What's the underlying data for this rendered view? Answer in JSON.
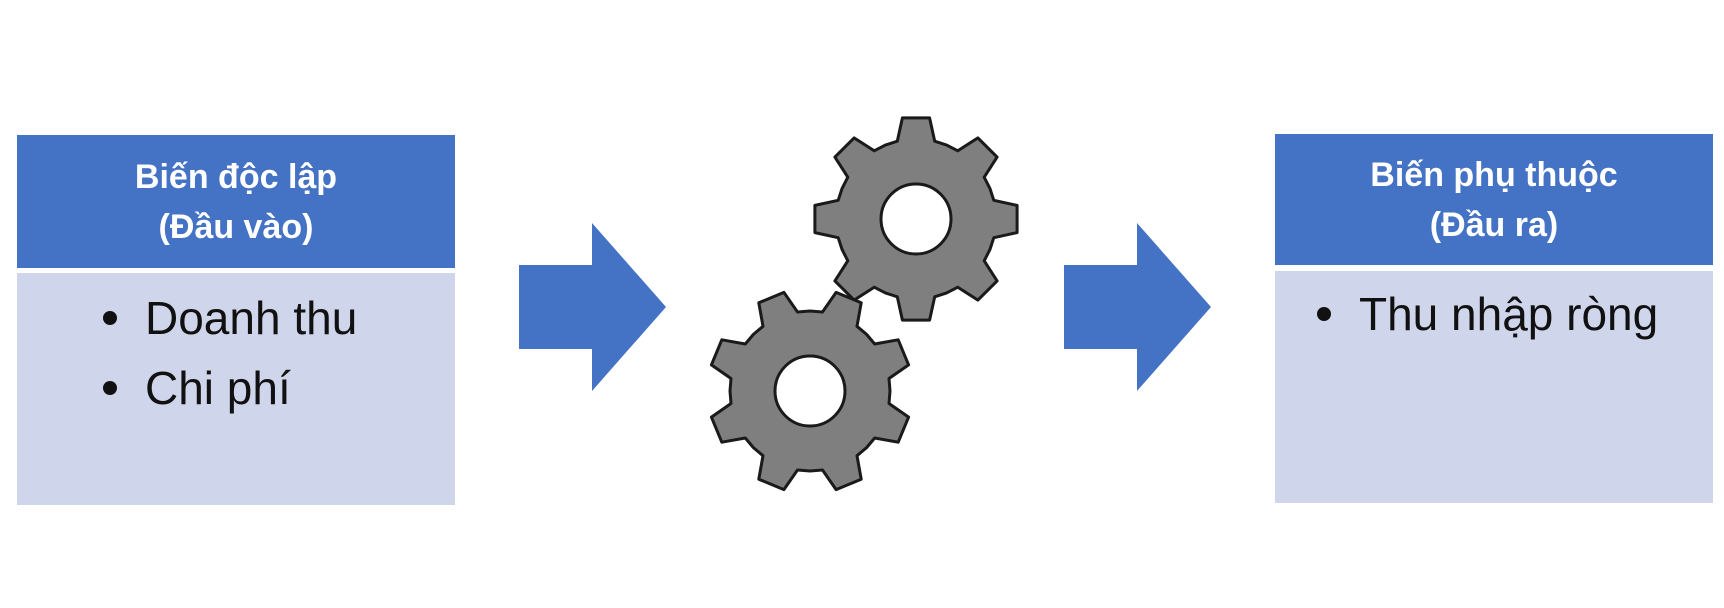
{
  "input_box": {
    "title_line1": "Biến độc lập",
    "title_line2": "(Đầu vào)",
    "items": [
      "Doanh thu",
      "Chi phí"
    ]
  },
  "output_box": {
    "title_line1": "Biến phụ thuộc",
    "title_line2": "(Đầu ra)",
    "items": [
      "Thu nhập ròng"
    ]
  },
  "colors": {
    "header": "#4472C4",
    "body": "#CFD5EA",
    "arrow": "#4472C4",
    "gear": "#7F7F7F",
    "gear_outline": "#1A1A1A"
  },
  "icons": [
    "right-arrow-icon",
    "gears-icon"
  ]
}
